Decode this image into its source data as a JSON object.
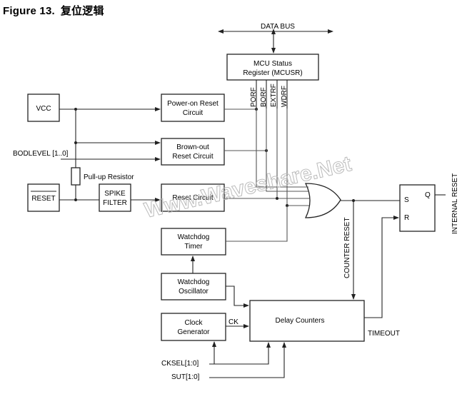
{
  "figure": {
    "label": "Figure 13.",
    "title_cn": "复位逻辑"
  },
  "blocks": {
    "data_bus": "DATA BUS",
    "mcusr_line1": "MCU Status",
    "mcusr_line2": "Register (MCUSR)",
    "vcc": "VCC",
    "reset_pin": "RESET",
    "por_line1": "Power-on Reset",
    "por_line2": "Circuit",
    "bod_line1": "Brown-out",
    "bod_line2": "Reset Circuit",
    "reset_circuit": "Reset Circuit",
    "spike_line1": "SPIKE",
    "spike_line2": "FILTER",
    "wdt_line1": "Watchdog",
    "wdt_line2": "Timer",
    "wdosc_line1": "Watchdog",
    "wdosc_line2": "Oscillator",
    "clk_line1": "Clock",
    "clk_line2": "Generator",
    "delay_counters": "Delay Counters",
    "ff_s": "S",
    "ff_r": "R",
    "ff_q": "Q"
  },
  "signals": {
    "porf": "PORF",
    "borf": "BORF",
    "extrf": "EXTRF",
    "wdrf": "WDRF",
    "bodlevel": "BODLEVEL [1..0]",
    "pullup": "Pull-up Resistor",
    "ck": "CK",
    "cksel": "CKSEL[1:0]",
    "sut": "SUT[1:0]",
    "counter_reset": "COUNTER RESET",
    "timeout": "TIMEOUT",
    "internal_reset": "INTERNAL  RESET"
  },
  "watermark": "Www.Waveshare.Net"
}
